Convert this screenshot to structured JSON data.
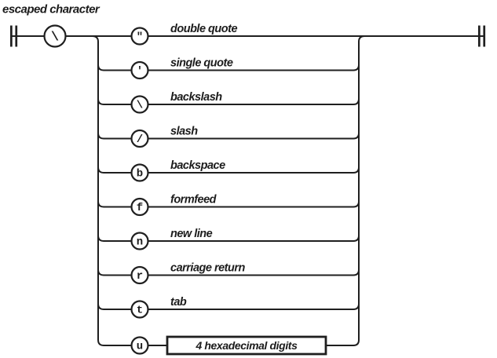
{
  "title": "escaped character",
  "colors": {
    "line": "#1f1f1f",
    "background": "#ffffff"
  },
  "start": {
    "char": "\\"
  },
  "rows": [
    {
      "char": "\"",
      "label": "double quote"
    },
    {
      "char": "'",
      "label": "single quote"
    },
    {
      "char": "\\",
      "label": "backslash"
    },
    {
      "char": "/",
      "label": "slash"
    },
    {
      "char": "b",
      "label": "backspace"
    },
    {
      "char": "f",
      "label": "formfeed"
    },
    {
      "char": "n",
      "label": "new line"
    },
    {
      "char": "r",
      "label": "carriage return"
    },
    {
      "char": "t",
      "label": "tab"
    },
    {
      "char": "u"
    }
  ],
  "hex_box": {
    "label": "4 hexadecimal digits"
  }
}
